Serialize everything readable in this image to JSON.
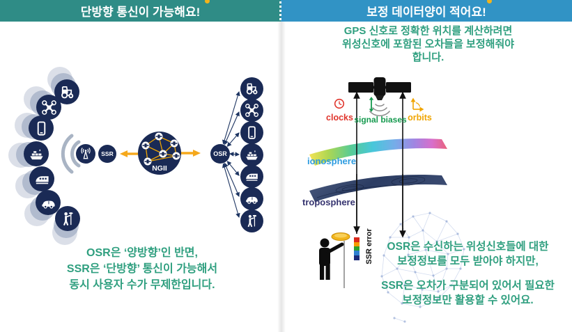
{
  "left_panel": {
    "header": {
      "label": "단방향 통신이 가능해요!",
      "bg_color": "#2f8c86"
    },
    "nodes": {
      "ssr": "SSR",
      "ngii": "NGII",
      "osr": "OSR"
    },
    "devices": [
      "tractor",
      "drone",
      "smartphone",
      "ship",
      "train",
      "car",
      "surveyor"
    ],
    "caption": {
      "line1": "OSR은 ‘양방향’인 반면,",
      "line2": "SSR은 ‘단방향’ 통신이 가능해서",
      "line3": "동시 사용자 수가 무제한입니다.",
      "color": "#2f9f7f"
    }
  },
  "right_panel": {
    "header": {
      "label": "보정 데이터양이 적어요!",
      "bg_color": "#3193c5"
    },
    "intro": {
      "line1": "GPS 신호로 정확한 위치를 계산하려면",
      "line2": "위성신호에 포함된 오차들을 보정해줘야",
      "line3": "합니다."
    },
    "satellite_errors": {
      "clocks": {
        "label": "clocks",
        "color": "#e0352c"
      },
      "signal_biases": {
        "label": "signal biases",
        "color": "#169a4f"
      },
      "orbits": {
        "label": "orbits",
        "color": "#f0a500"
      }
    },
    "layers": {
      "ionosphere": {
        "label": "ionosphere",
        "color": "#2e9ce0"
      },
      "troposphere": {
        "label": "troposphere",
        "color": "#35336f"
      }
    },
    "ssr_error_label": "SSR error",
    "caption_osr": {
      "line1": "OSR은 수신하는 위성신호들에 대한",
      "line2": "보정정보를 모두 받아야 하지만,"
    },
    "caption_ssr": {
      "line1": "SSR은 오차가 구분되어 있어서 필요한",
      "line2": "보정정보만 활용할 수 있어요."
    }
  }
}
